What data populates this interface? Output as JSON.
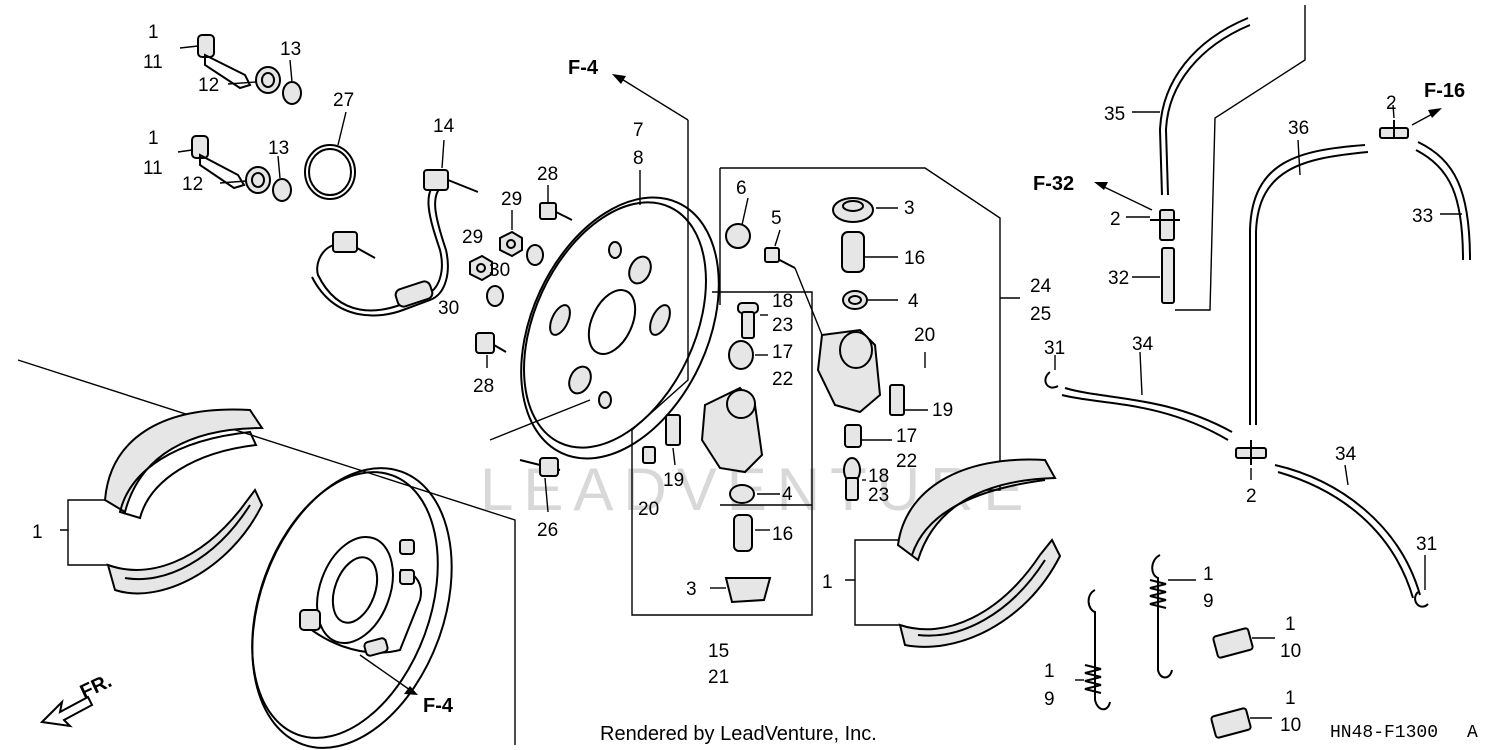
{
  "diagram_code": "HN48-F1300",
  "diagram_code_suffix": "A",
  "credit": "Rendered by LeadVenture, Inc.",
  "watermark": "LEADVENTURE",
  "direction_label": "FR.",
  "ref_labels": {
    "f4_top": "F-4",
    "f4_bottom": "F-4",
    "f32": "F-32",
    "f16": "F-16"
  },
  "callouts": [
    {
      "id": "c-1-a",
      "text": "1"
    },
    {
      "id": "c-11-a",
      "text": "11"
    },
    {
      "id": "c-12-a",
      "text": "12"
    },
    {
      "id": "c-13-a",
      "text": "13"
    },
    {
      "id": "c-27",
      "text": "27"
    },
    {
      "id": "c-1-b",
      "text": "1"
    },
    {
      "id": "c-11-b",
      "text": "11"
    },
    {
      "id": "c-12-b",
      "text": "12"
    },
    {
      "id": "c-13-b",
      "text": "13"
    },
    {
      "id": "c-14",
      "text": "14"
    },
    {
      "id": "c-28-a",
      "text": "28"
    },
    {
      "id": "c-29-a",
      "text": "29"
    },
    {
      "id": "c-30-a",
      "text": "30"
    },
    {
      "id": "c-29-b",
      "text": "29"
    },
    {
      "id": "c-30-b",
      "text": "30"
    },
    {
      "id": "c-28-b",
      "text": "28"
    },
    {
      "id": "c-7",
      "text": "7"
    },
    {
      "id": "c-8",
      "text": "8"
    },
    {
      "id": "c-6",
      "text": "6"
    },
    {
      "id": "c-5",
      "text": "5"
    },
    {
      "id": "c-3-a",
      "text": "3"
    },
    {
      "id": "c-16-a",
      "text": "16"
    },
    {
      "id": "c-4-a",
      "text": "4"
    },
    {
      "id": "c-24",
      "text": "24"
    },
    {
      "id": "c-25",
      "text": "25"
    },
    {
      "id": "c-18-a",
      "text": "18"
    },
    {
      "id": "c-23-a",
      "text": "23"
    },
    {
      "id": "c-17-a",
      "text": "17"
    },
    {
      "id": "c-22-a",
      "text": "22"
    },
    {
      "id": "c-20-a",
      "text": "20"
    },
    {
      "id": "c-19-a",
      "text": "19"
    },
    {
      "id": "c-17-b",
      "text": "17"
    },
    {
      "id": "c-22-b",
      "text": "22"
    },
    {
      "id": "c-18-b",
      "text": "18"
    },
    {
      "id": "c-23-b",
      "text": "23"
    },
    {
      "id": "c-19-b",
      "text": "19"
    },
    {
      "id": "c-20-b",
      "text": "20"
    },
    {
      "id": "c-4-b",
      "text": "4"
    },
    {
      "id": "c-16-b",
      "text": "16"
    },
    {
      "id": "c-3-b",
      "text": "3"
    },
    {
      "id": "c-15",
      "text": "15"
    },
    {
      "id": "c-21",
      "text": "21"
    },
    {
      "id": "c-26",
      "text": "26"
    },
    {
      "id": "c-1-c",
      "text": "1"
    },
    {
      "id": "c-1-d",
      "text": "1"
    },
    {
      "id": "c-35",
      "text": "35"
    },
    {
      "id": "c-36",
      "text": "36"
    },
    {
      "id": "c-2-a",
      "text": "2"
    },
    {
      "id": "c-2-b",
      "text": "2"
    },
    {
      "id": "c-2-c",
      "text": "2"
    },
    {
      "id": "c-33",
      "text": "33"
    },
    {
      "id": "c-32",
      "text": "32"
    },
    {
      "id": "c-31-a",
      "text": "31"
    },
    {
      "id": "c-34-a",
      "text": "34"
    },
    {
      "id": "c-34-b",
      "text": "34"
    },
    {
      "id": "c-31-b",
      "text": "31"
    },
    {
      "id": "c-1-e",
      "text": "1"
    },
    {
      "id": "c-9-a",
      "text": "9"
    },
    {
      "id": "c-1-f",
      "text": "1"
    },
    {
      "id": "c-9-b",
      "text": "9"
    },
    {
      "id": "c-1-g",
      "text": "1"
    },
    {
      "id": "c-10-a",
      "text": "10"
    },
    {
      "id": "c-1-h",
      "text": "1"
    },
    {
      "id": "c-10-b",
      "text": "10"
    }
  ]
}
